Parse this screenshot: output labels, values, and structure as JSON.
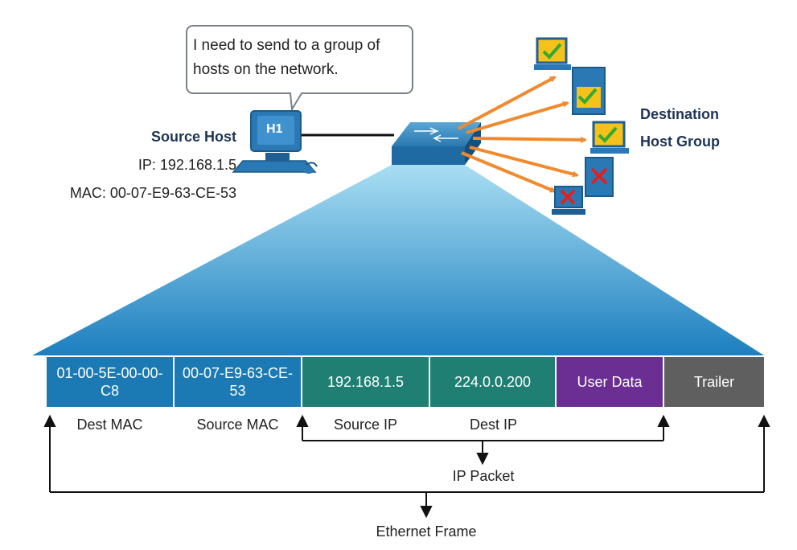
{
  "bubble": {
    "text": "I need to send to a group of hosts on the network."
  },
  "source_host": {
    "title": "Source Host",
    "ip": "IP: 192.168.1.5",
    "mac": "MAC: 00-07-E9-63-CE-53",
    "pc_label": "H1"
  },
  "destination": {
    "line1": "Destination",
    "line2": "Host Group"
  },
  "frame": {
    "fields": [
      {
        "value": "01-00-5E-00-00-C8",
        "label": "Dest MAC",
        "color": "#1b7ab3"
      },
      {
        "value": "00-07-E9-63-CE-53",
        "label": "Source MAC",
        "color": "#1b7ab3"
      },
      {
        "value": "192.168.1.5",
        "label": "Source IP",
        "color": "#1e7f72"
      },
      {
        "value": "224.0.0.200",
        "label": "Dest IP",
        "color": "#1e7f72"
      },
      {
        "value": "User Data",
        "label": "",
        "color": "#6b2f93"
      },
      {
        "value": "Trailer",
        "label": "",
        "color": "#5f5f5f"
      }
    ],
    "ip_packet_label": "IP Packet",
    "ethernet_frame_label": "Ethernet Frame"
  },
  "icons": {
    "speech_bubble": "speech-bubble-icon",
    "source_pc": "desktop-computer-icon",
    "switch": "network-switch-icon",
    "host_ok": "host-check-icon",
    "host_fail": "host-x-icon"
  },
  "colors": {
    "arrow": "#f08a2e",
    "check": "#33aa33",
    "cross": "#e02020",
    "cone_top": "#1c7fbf",
    "cone_bottom": "#a9def3"
  }
}
